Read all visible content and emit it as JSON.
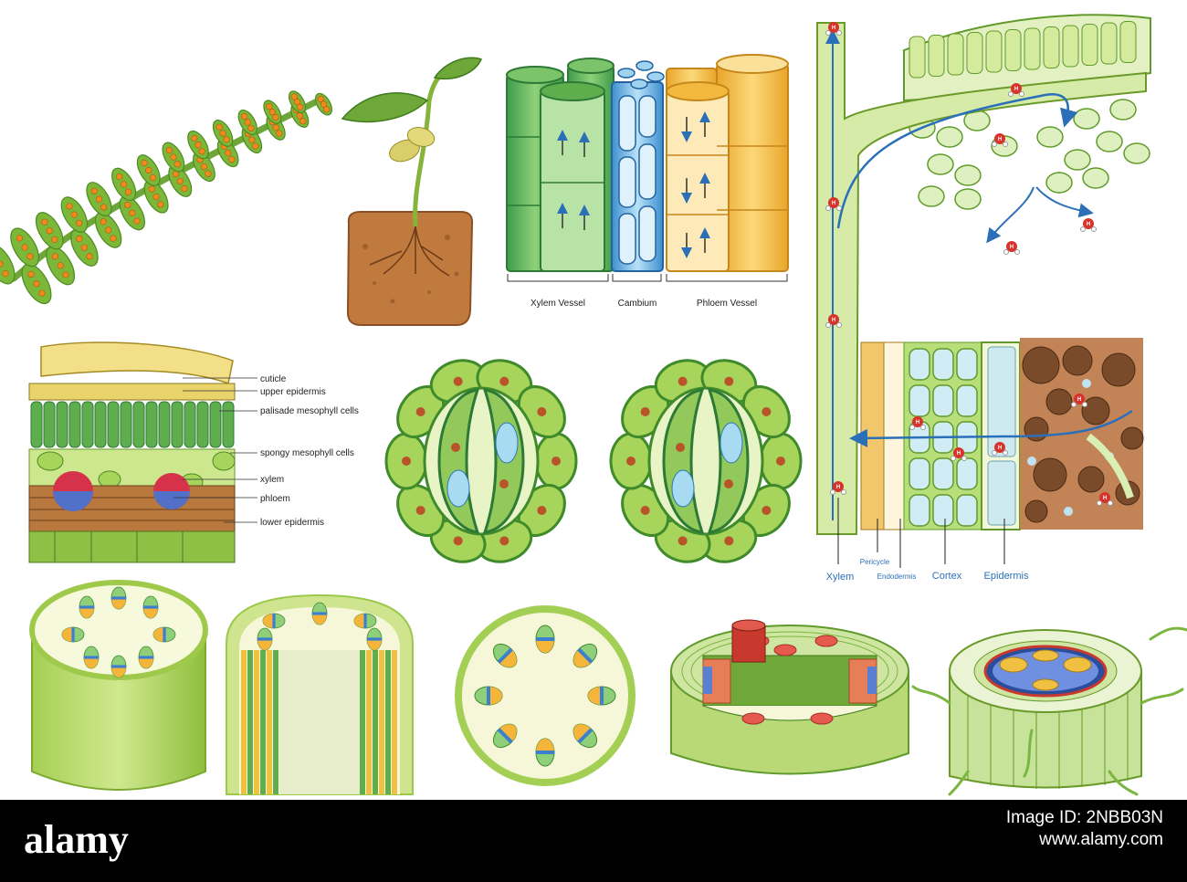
{
  "transport_diagram": {
    "xylem_vessel": "Xylem Vessel",
    "cambium": "Cambium",
    "phloem_vessel": "Phloem Vessel"
  },
  "leaf_cross_section": {
    "labels": [
      "cuticle",
      "upper epidermis",
      "palisade mesophyll cells",
      "spongy mesophyll cells",
      "xylem",
      "phloem",
      "lower epidermis"
    ]
  },
  "root_water_path": {
    "xylem": "Xylem",
    "pericycle": "Pericycle",
    "endodermis": "Endodermis",
    "cortex": "Cortex",
    "epidermis": "Epidermis",
    "molecule_letter": "H"
  },
  "footer": {
    "logo": "alamy",
    "image_id": "Image ID: 2NBB03N",
    "site": "www.alamy.com"
  },
  "colors": {
    "leaf_green": "#7bb83a",
    "spore_orange": "#f08a1c",
    "xylem_green": "#5fae4e",
    "cambium_blue": "#5aa8dc",
    "phloem_yellow": "#f5c04a",
    "arrow_blue": "#2a6fb8",
    "soil_brown": "#b86e34",
    "water_red": "#d8322a"
  }
}
